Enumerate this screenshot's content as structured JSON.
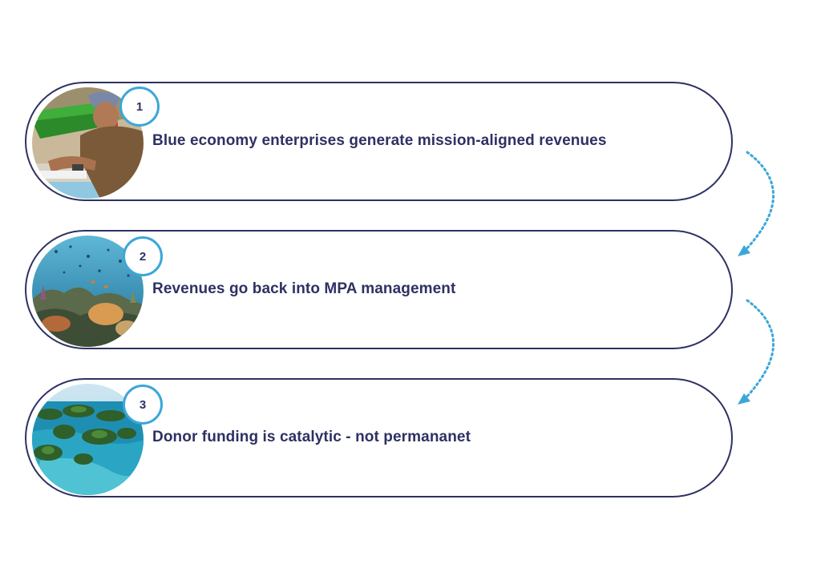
{
  "steps": [
    {
      "number": "1",
      "text": "Blue economy enterprises generate mission-aligned revenues",
      "photo_icon": "fisherman-photo-icon"
    },
    {
      "number": "2",
      "text": "Revenues go back into MPA management",
      "photo_icon": "coral-reef-photo-icon"
    },
    {
      "number": "3",
      "text": "Donor funding is catalytic - not permananet",
      "photo_icon": "islands-aerial-photo-icon"
    }
  ],
  "colors": {
    "outline": "#2e3163",
    "badge_ring": "#3ba7d9",
    "arrow": "#3ba7d9"
  }
}
